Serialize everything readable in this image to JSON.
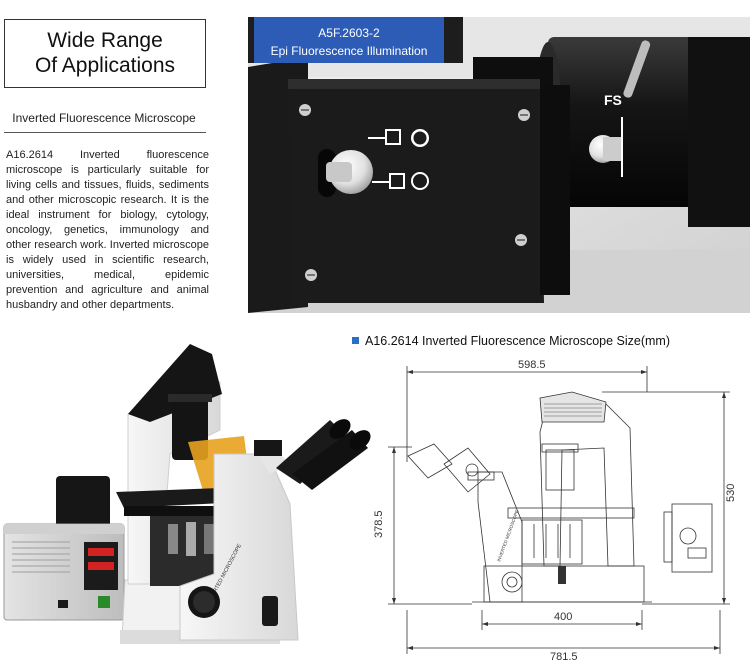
{
  "header": {
    "title_line1": "Wide Range",
    "title_line2": "Of Applications"
  },
  "intro": {
    "subtitle": "Inverted Fluorescence Microscope",
    "description": "A16.2614 Inverted fluorescence microscope is particularly suitable for living cells and tissues, fluids, sediments and other microscopic research. It is the ideal instrument for biology, cytology, oncology, genetics, immunology and other research work. Inverted microscope is widely used in scientific research, universities, medical, epidemic prevention and agriculture and animal husbandry and other departments."
  },
  "hero": {
    "label_line1": "A5F.2603-2",
    "label_line2": "Epi Fluorescence Illumination",
    "fs_label": "FS",
    "accent": "#2f62c4"
  },
  "size_section": {
    "title": "A16.2614 Inverted Fluorescence Microscope Size(mm)",
    "bullet_color": "#2b6fc4",
    "dim_top": "598.5",
    "dim_right": "530",
    "dim_left": "378.5",
    "dim_base": "400",
    "dim_bottom": "781.5"
  },
  "photo": {
    "body_label": "INVERTED MICROSCOPE",
    "filter_color": "#e8a21f"
  },
  "drawing": {
    "body_label": "INVERTED MICROSCOPE"
  }
}
